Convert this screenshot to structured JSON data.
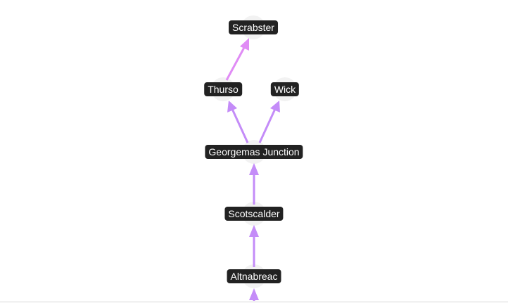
{
  "graph": {
    "nodes": [
      {
        "id": "scrabster",
        "label": "Scrabster"
      },
      {
        "id": "thurso",
        "label": "Thurso"
      },
      {
        "id": "wick",
        "label": "Wick"
      },
      {
        "id": "georgemas",
        "label": "Georgemas Junction"
      },
      {
        "id": "scotscalder",
        "label": "Scotscalder"
      },
      {
        "id": "altnabreac",
        "label": "Altnabreac"
      }
    ],
    "edges": [
      {
        "from": "thurso",
        "to": "scrabster",
        "color": "#e08cf5"
      },
      {
        "from": "georgemas",
        "to": "thurso",
        "color": "#c48cf8"
      },
      {
        "from": "georgemas",
        "to": "wick",
        "color": "#c48cf8"
      },
      {
        "from": "scotscalder",
        "to": "georgemas",
        "color": "#c48cf8"
      },
      {
        "from": "altnabreac",
        "to": "scotscalder",
        "color": "#c48cf8"
      },
      {
        "from": "offscreen",
        "to": "altnabreac",
        "color": "#c48cf8"
      }
    ]
  }
}
